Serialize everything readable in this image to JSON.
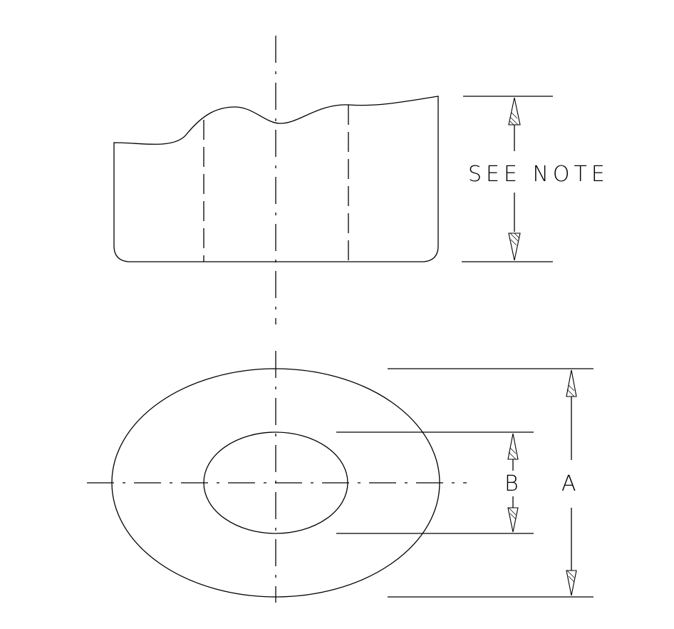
{
  "labels": {
    "see_note": "SEE NOTE",
    "dim_a": "A",
    "dim_b": "B"
  },
  "colors": {
    "line": "#000000",
    "background": "#ffffff"
  }
}
